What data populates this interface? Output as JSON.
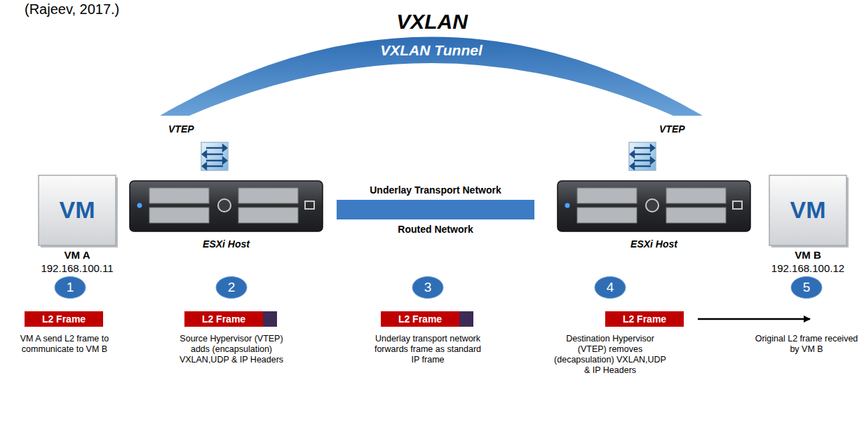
{
  "diagram": {
    "title": "VXLAN",
    "nodes": [
      {
        "text": [
          "VXLAN Tunnel"
        ]
      },
      {
        "text": [
          "VM",
          "VM A",
          "192.168.100.11"
        ]
      },
      {
        "text": [
          "ESXi Host"
        ]
      },
      {
        "text": [
          "Underlay Transport Network",
          "Routed Network"
        ]
      },
      {
        "text": [
          "ESXi Host"
        ]
      },
      {
        "text": [
          "VM",
          "VM B",
          "192.168.100.12"
        ]
      },
      {
        "text": [
          "1"
        ]
      },
      {
        "text": [
          "2"
        ]
      },
      {
        "text": [
          "3"
        ]
      },
      {
        "text": [
          "4"
        ]
      },
      {
        "text": [
          "5"
        ]
      },
      {
        "text": [
          "L2 Frame"
        ]
      },
      {
        "text": [
          "L2 Frame"
        ]
      },
      {
        "text": [
          "L2 Frame"
        ]
      },
      {
        "text": [
          "L2 Frame"
        ]
      }
    ],
    "labels": [
      "(Rajeev, 2017.)",
      "VTEP",
      "VTEP",
      "VM A send L2 frame to communicate to VM B",
      "Source Hypervisor (VTEP) adds (encapsulation) VXLAN,UDP & IP Headers",
      "Underlay transport network forwards frame as standard IP frame",
      "Destination Hypervisor (VTEP) removes (decapsulation) VXLAN,UDP & IP Headers",
      "Original L2 frame received by VM B"
    ]
  }
}
